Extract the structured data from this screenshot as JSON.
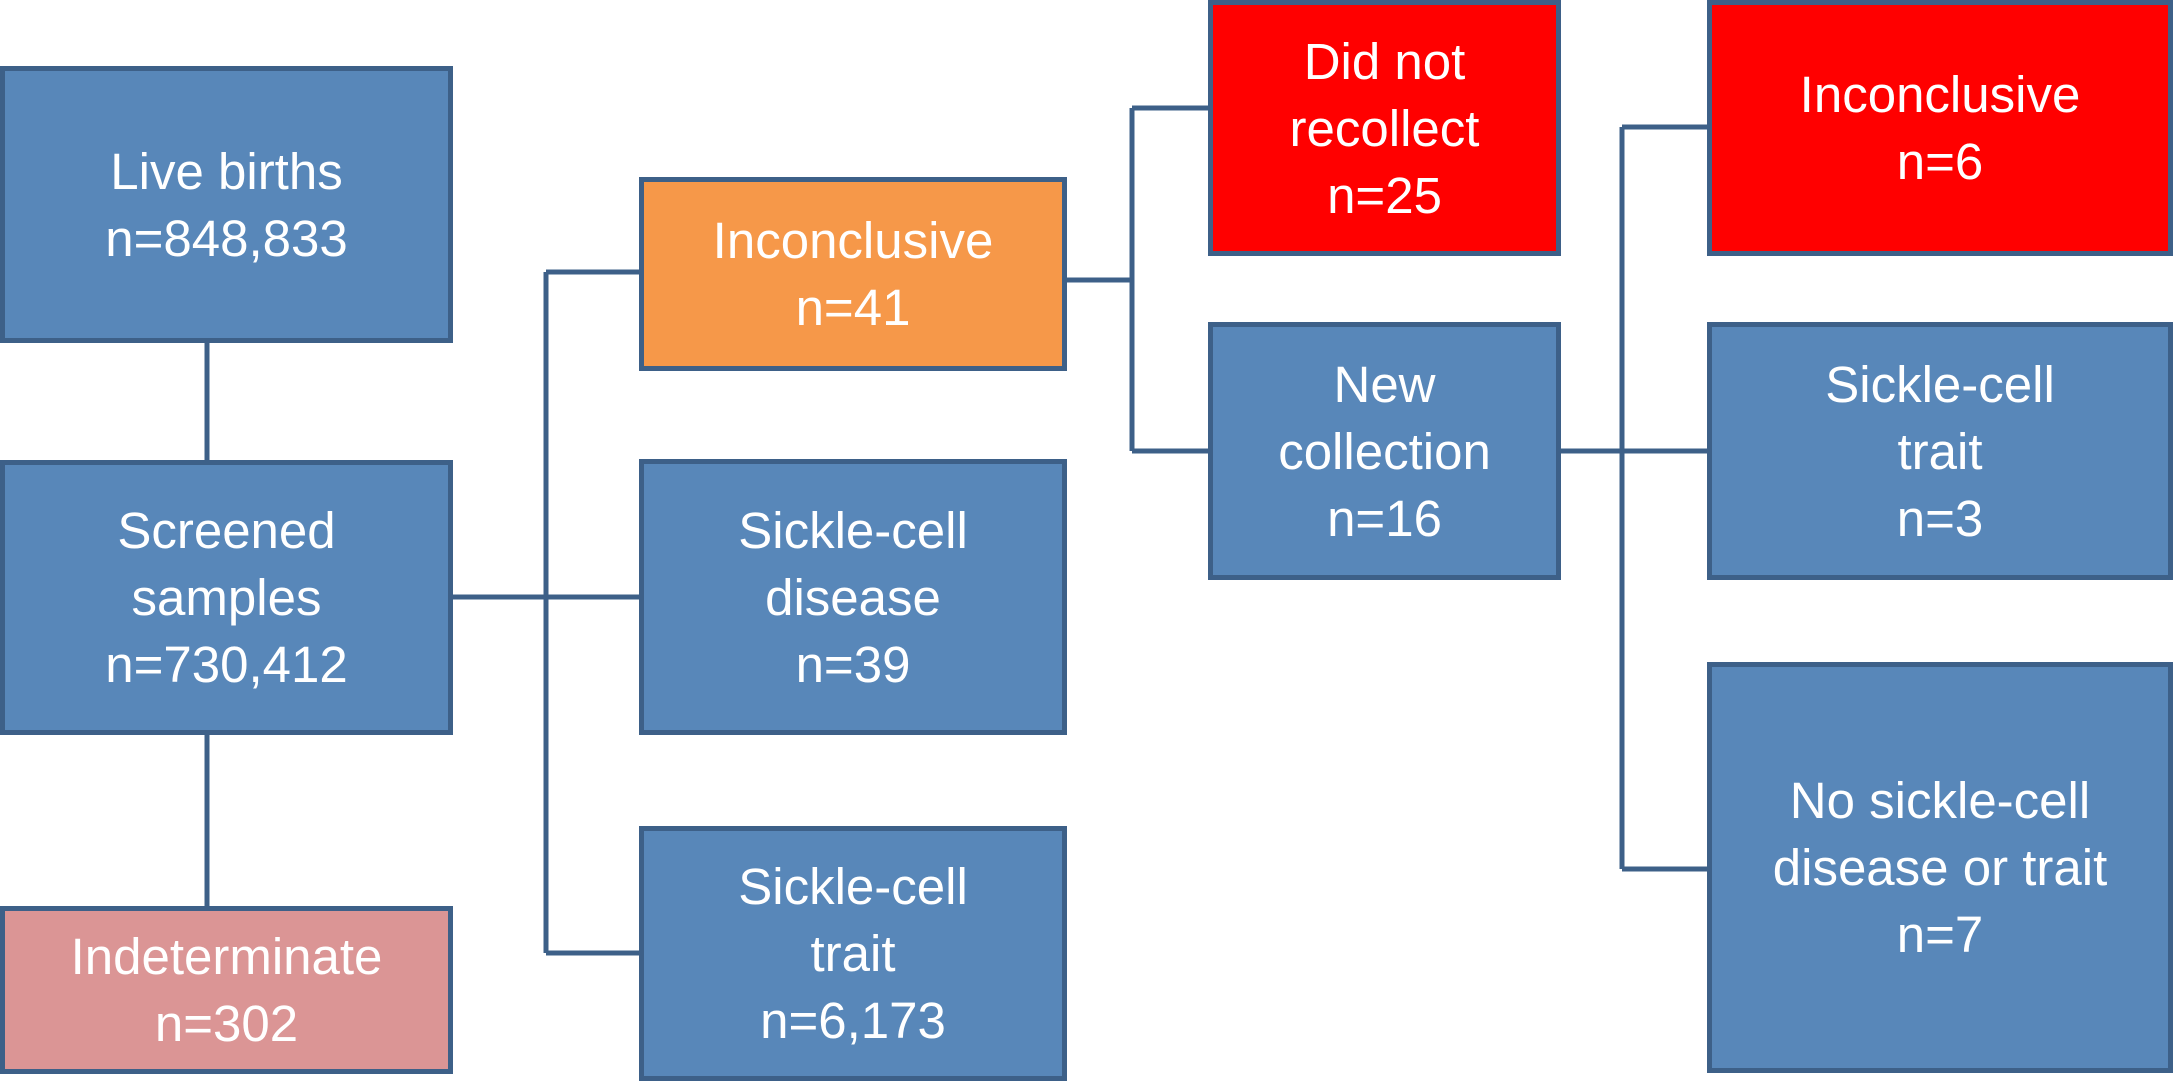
{
  "colors": {
    "blue_box": "#5887b9",
    "inconclusive_orange": "#f69849",
    "alert_red": "#ff0000",
    "indeterminate_pink": "#db9595",
    "connector": "#3d6088",
    "text": "#ffffff"
  },
  "nodes": {
    "live_births": {
      "line1": "Live births",
      "line2": "n=848,833"
    },
    "screened": {
      "line1": "Screened",
      "line2": "samples",
      "line3": "n=730,412"
    },
    "indeterminate": {
      "line1": "Indeterminate",
      "line2": "n=302"
    },
    "inconclusive_first": {
      "line1": "Inconclusive",
      "line2": "n=41"
    },
    "sickle_cell_disease": {
      "line1": "Sickle-cell",
      "line2": "disease",
      "line3": "n=39"
    },
    "sickle_cell_trait_first": {
      "line1": "Sickle-cell",
      "line2": "trait",
      "line3": "n=6,173"
    },
    "did_not_recollect": {
      "line1": "Did not",
      "line2": "recollect",
      "line3": "n=25"
    },
    "new_collection": {
      "line1": "New",
      "line2": "collection",
      "line3": "n=16"
    },
    "inconclusive_second": {
      "line1": "Inconclusive",
      "line2": "n=6"
    },
    "sickle_cell_trait_second": {
      "line1": "Sickle-cell",
      "line2": "trait",
      "line3": "n=3"
    },
    "no_disease_or_trait": {
      "line1": "No sickle-cell",
      "line2": "disease or trait",
      "line3": "n=7"
    }
  }
}
